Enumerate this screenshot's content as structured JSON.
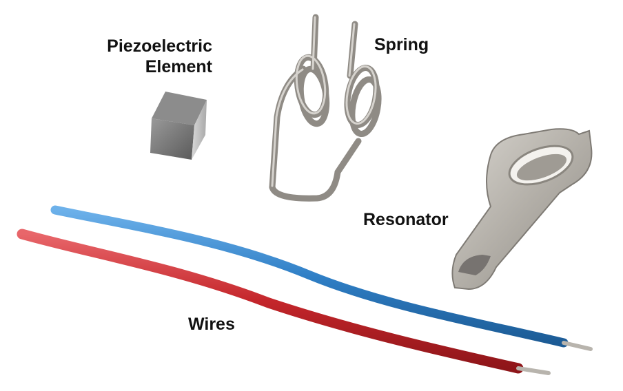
{
  "labels": {
    "piezo_line1": "Piezoelectric",
    "piezo_line2": "Element",
    "spring": "Spring",
    "resonator": "Resonator",
    "wires": "Wires"
  },
  "colors": {
    "background": "#ffffff",
    "blue_wire": "#2f7fc6",
    "red_wire": "#c4262b",
    "metal": "#b9b5ae",
    "piezo": "#6e6e6e"
  }
}
